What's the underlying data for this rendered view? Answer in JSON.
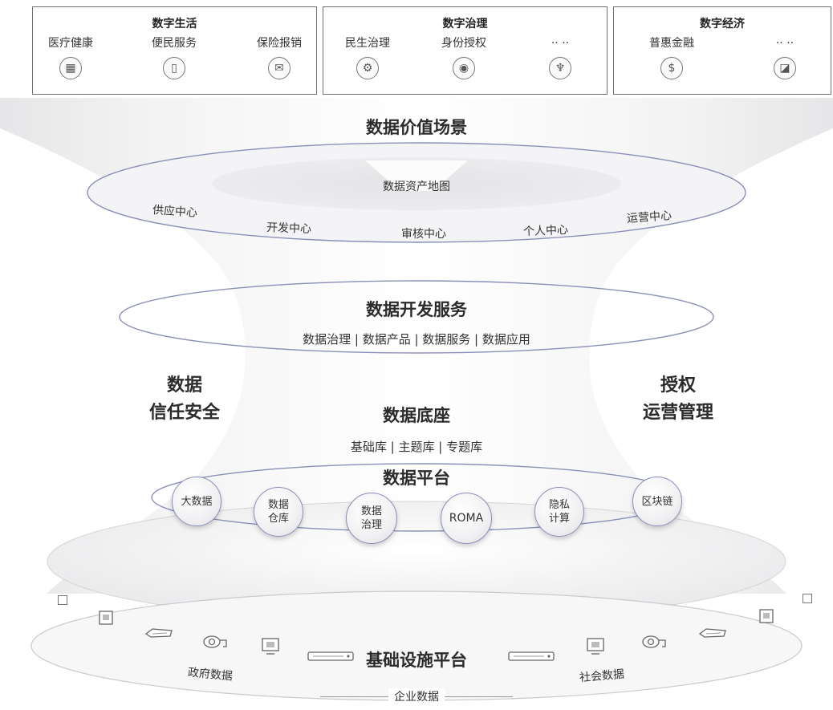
{
  "top_categories": [
    {
      "title": "数字生活",
      "items": [
        {
          "label": "医疗健康",
          "icon": "hospital-icon",
          "glyph": "▦"
        },
        {
          "label": "便民服务",
          "icon": "phone-icon",
          "glyph": "▯"
        },
        {
          "label": "保险报销",
          "icon": "insurance-icon",
          "glyph": "✉"
        }
      ]
    },
    {
      "title": "数字治理",
      "items": [
        {
          "label": "民生治理",
          "icon": "gear-icon",
          "glyph": "⚙"
        },
        {
          "label": "身份授权",
          "icon": "id-badge-icon",
          "glyph": "◉"
        },
        {
          "label": "·· ··",
          "icon": "power-tower-icon",
          "glyph": "♆"
        }
      ]
    },
    {
      "title": "数字经济",
      "items": [
        {
          "label": "普惠金融",
          "icon": "money-icon",
          "glyph": "$"
        },
        {
          "label": "·· ··",
          "icon": "chart-icon",
          "glyph": "◪"
        }
      ]
    }
  ],
  "scene": {
    "title": "数据价值场景",
    "map_label": "数据资产地图",
    "centers": [
      "供应中心",
      "开发中心",
      "审核中心",
      "个人中心",
      "运营中心"
    ]
  },
  "dev_service": {
    "title": "数据开发服务",
    "subtitle": "数据治理 | 数据产品 | 数据服务 | 数据应用"
  },
  "trust": {
    "line1": "数据",
    "line2": "信任安全"
  },
  "auth": {
    "line1": "授权",
    "line2": "运营管理"
  },
  "base": {
    "title": "数据底座",
    "subtitle": "基础库 | 主题库 | 专题库"
  },
  "platform": {
    "title": "数据平台",
    "nodes": [
      {
        "name": "node-bigdata",
        "lines": [
          "大数据"
        ]
      },
      {
        "name": "node-warehouse",
        "lines": [
          "数据",
          "仓库"
        ]
      },
      {
        "name": "node-governance",
        "lines": [
          "数据",
          "治理"
        ]
      },
      {
        "name": "node-roma",
        "lines": [
          "ROMA"
        ]
      },
      {
        "name": "node-privacy",
        "lines": [
          "隐私",
          "计算"
        ]
      },
      {
        "name": "node-blockchain",
        "lines": [
          "区块链"
        ]
      }
    ]
  },
  "infra": {
    "title": "基础设施平台",
    "gov": "政府数据",
    "enterprise": "企业数据",
    "social": "社会数据",
    "devices": [
      "monitor-icon",
      "router-icon",
      "camera-icon",
      "desktop-icon",
      "server-icon",
      "server-icon",
      "desktop-icon",
      "camera-icon",
      "router-icon",
      "monitor-icon"
    ]
  }
}
